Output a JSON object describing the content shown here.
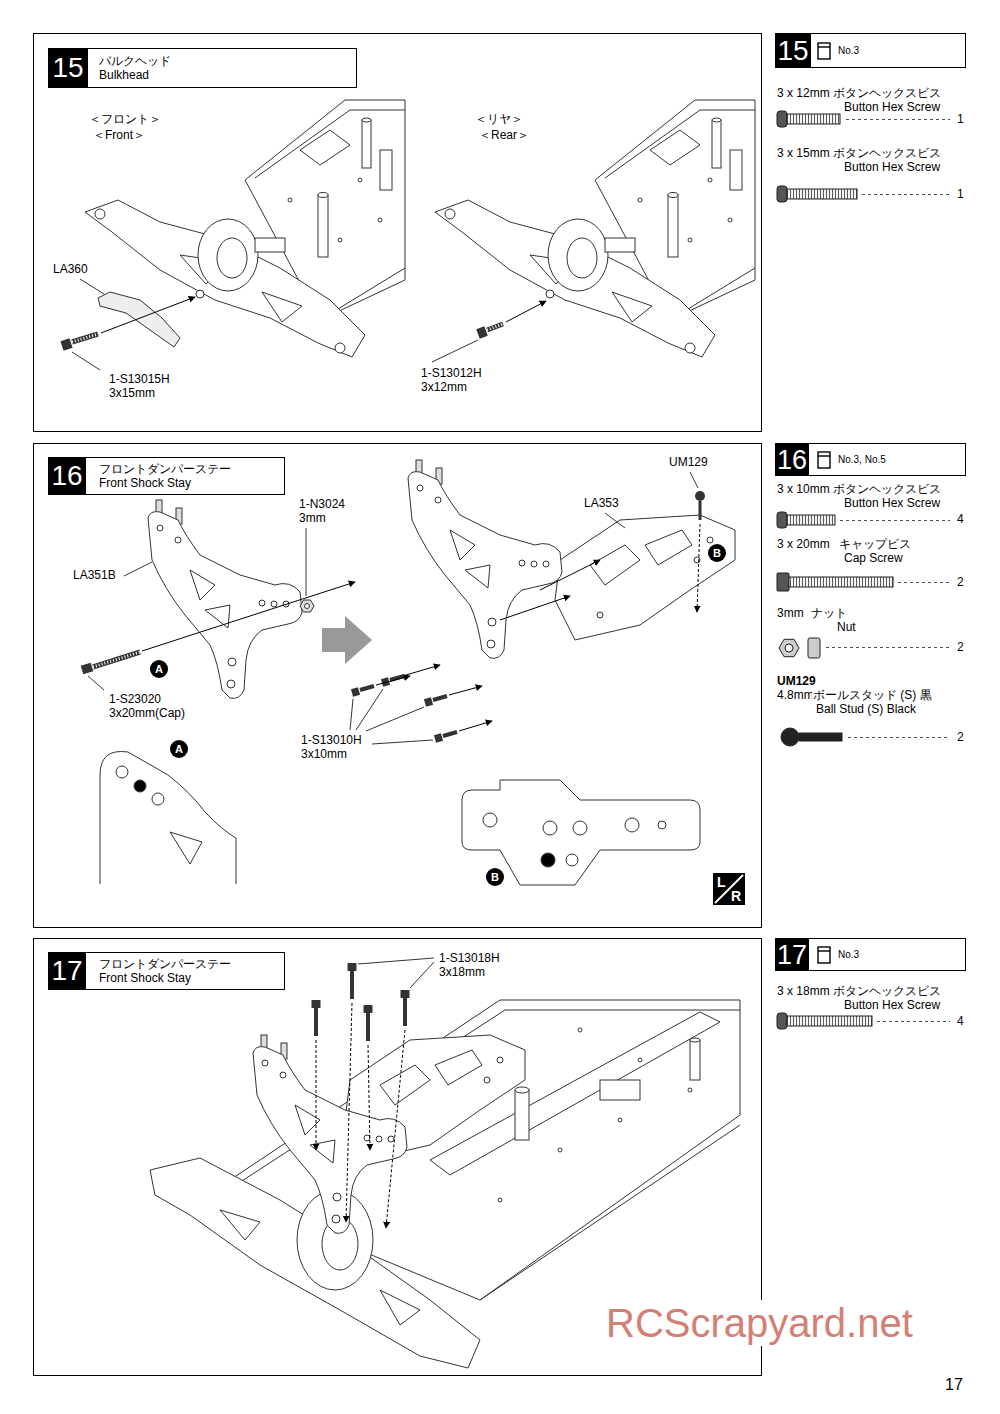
{
  "diagram": {
    "nodes": [
      {
        "text": [
          "バルクヘッド",
          "Bulkhead"
        ]
      },
      {
        "text": [
          "15"
        ],
        "in": 0
      },
      {
        "text": [
          "No.3"
        ]
      },
      {
        "text": [
          "15"
        ],
        "in": 2
      },
      {
        "text": [
          "フロントダンパーステー",
          "Front Shock Stay"
        ]
      },
      {
        "text": [
          "16"
        ],
        "in": 4
      },
      {
        "text": [
          "No.3, No.5"
        ]
      },
      {
        "text": [
          "16"
        ],
        "in": 6
      },
      {
        "text": [
          "B"
        ]
      },
      {
        "text": [
          "A"
        ]
      },
      {
        "text": [
          "A"
        ]
      },
      {
        "text": [
          "B"
        ]
      },
      {
        "text": [
          "L",
          "R"
        ]
      },
      {
        "text": [
          "フロントダンパーステー",
          "Front Shock Stay"
        ]
      },
      {
        "text": [
          "17"
        ],
        "in": 13
      },
      {
        "text": [
          "No.3"
        ]
      },
      {
        "text": [
          "17"
        ],
        "in": 15
      }
    ],
    "labels": [
      "＜フロント＞",
      "＜Front＞",
      "＜リヤ＞",
      "＜Rear＞",
      "LA360",
      "1-S13015H",
      "3x15mm",
      "1-S13012H",
      "3x12mm",
      "3 x 12mm",
      "ボタンヘックスビス",
      "Button Hex Screw",
      "1",
      "3 x 15mm",
      "ボタンヘックスビス",
      "Button Hex Screw",
      "1",
      "UM129",
      "LA353",
      "1-N3024",
      "3mm",
      "LA351B",
      "1-S23020",
      "3x20mm(Cap)",
      "1-S13010H",
      "3x10mm",
      "3 x 10mm",
      "ボタンヘックスビス",
      "Button Hex Screw",
      "4",
      "3 x 20mm",
      "キャップビス",
      "Cap Screw",
      "2",
      "3mm",
      "ナット",
      "Nut",
      "2",
      "UM129",
      "4.8mm",
      "ボールスタッド (S) 黒",
      "Ball Stud (S) Black",
      "2",
      "1-S13018H",
      "3x18mm",
      "3 x 18mm",
      "ボタンヘックスビス",
      "Button Hex Screw",
      "4",
      "RCScrapyard.net",
      "17"
    ]
  }
}
